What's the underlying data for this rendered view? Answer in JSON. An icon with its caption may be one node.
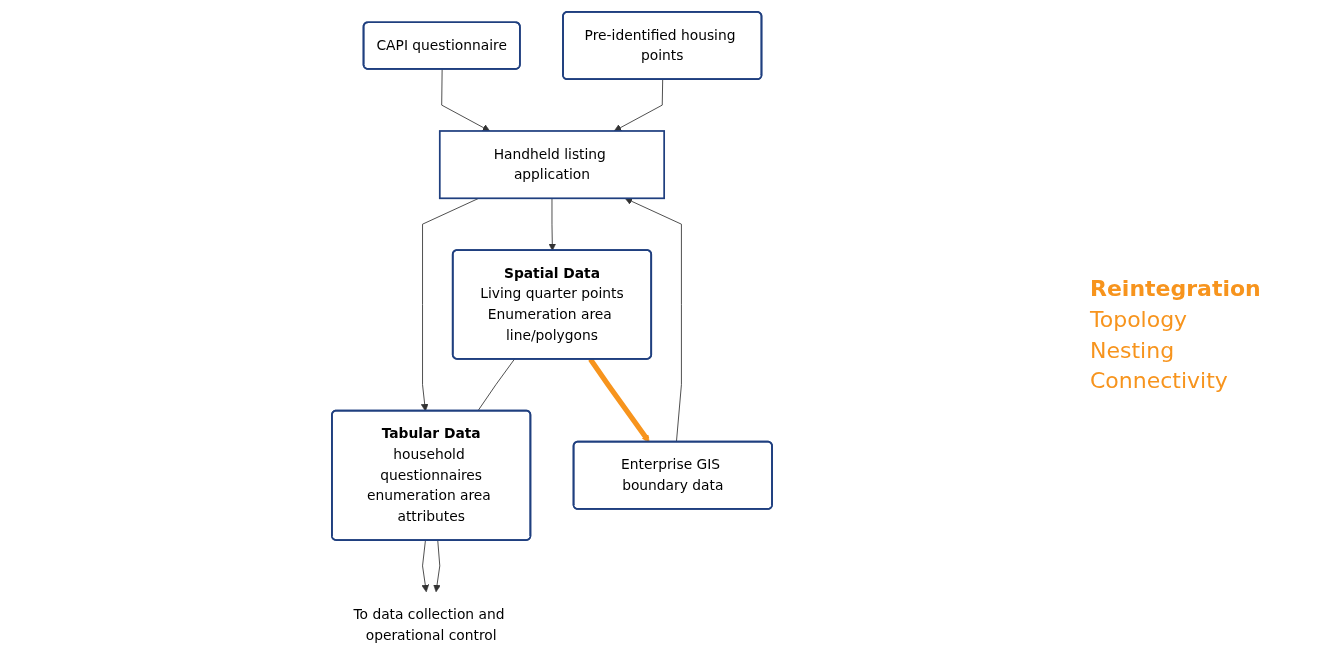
{
  "diagram": {
    "nodes": [
      {
        "text": [
          "CAPI questionnaire"
        ]
      },
      {
        "text": [
          "Enterprise GIS boundary data"
        ]
      },
      {
        "text": [
          "Pre-identified housing points"
        ]
      },
      {
        "text": [
          "Handheld listing application"
        ]
      },
      {
        "text": [
          "Tabular Data",
          "household questionnaires",
          "enumeration area attributes"
        ]
      },
      {
        "text": [
          "Spatial Data",
          "Living quarter points",
          "Enumeration area line/polygons"
        ]
      },
      {
        "text": [
          "To data collection and operational control"
        ]
      }
    ],
    "edges": [
      {
        "from": 0,
        "to": 3,
        "arrow": "to"
      },
      {
        "from": 1,
        "to": 3,
        "arrow": "to"
      },
      {
        "from": 2,
        "to": 3,
        "arrow": "to"
      },
      {
        "from": 3,
        "to": 4,
        "arrow": "to"
      },
      {
        "from": 3,
        "to": 5,
        "arrow": "to"
      },
      {
        "from": 5,
        "to": 4,
        "arrow": "none"
      },
      {
        "from": 5,
        "to": 1,
        "arrow": "to",
        "style": "thick",
        "color": "#f7941d"
      },
      {
        "from": 4,
        "to": 6,
        "arrow": "to"
      },
      {
        "from": 4,
        "to": 6,
        "arrow": "to"
      }
    ],
    "labels": [
      "Reintegration",
      "Topology",
      "Nesting",
      "Connectivity"
    ]
  }
}
